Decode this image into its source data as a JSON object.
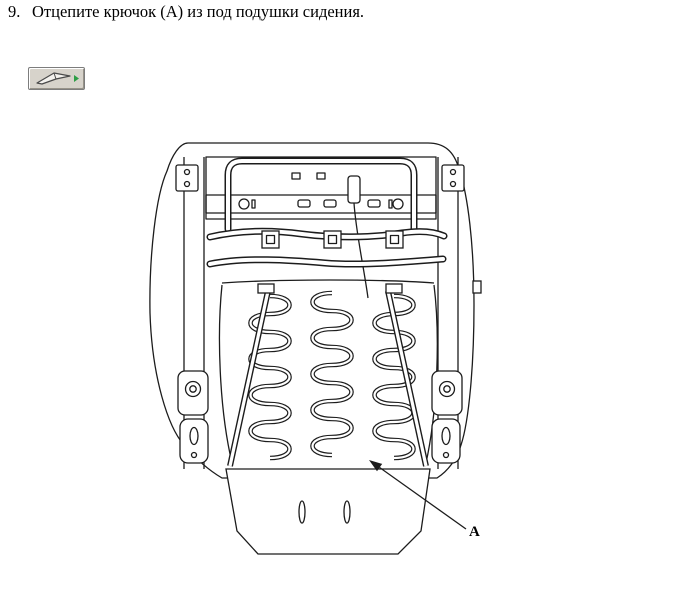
{
  "instruction": {
    "number": "9.",
    "text": "Отцепите крючок (А) из под подушки сидения."
  },
  "toolbar": {
    "figure_button": {
      "icon": "figure-pointer-icon",
      "arrow_icon": "green-play-arrow-icon",
      "arrow_color": "#2e9e46",
      "face_color": "#d7d3cb"
    }
  },
  "figure": {
    "icon": "seat-frame-underside-diagram",
    "label_a": "A",
    "line_color": "#1c1c1c"
  }
}
